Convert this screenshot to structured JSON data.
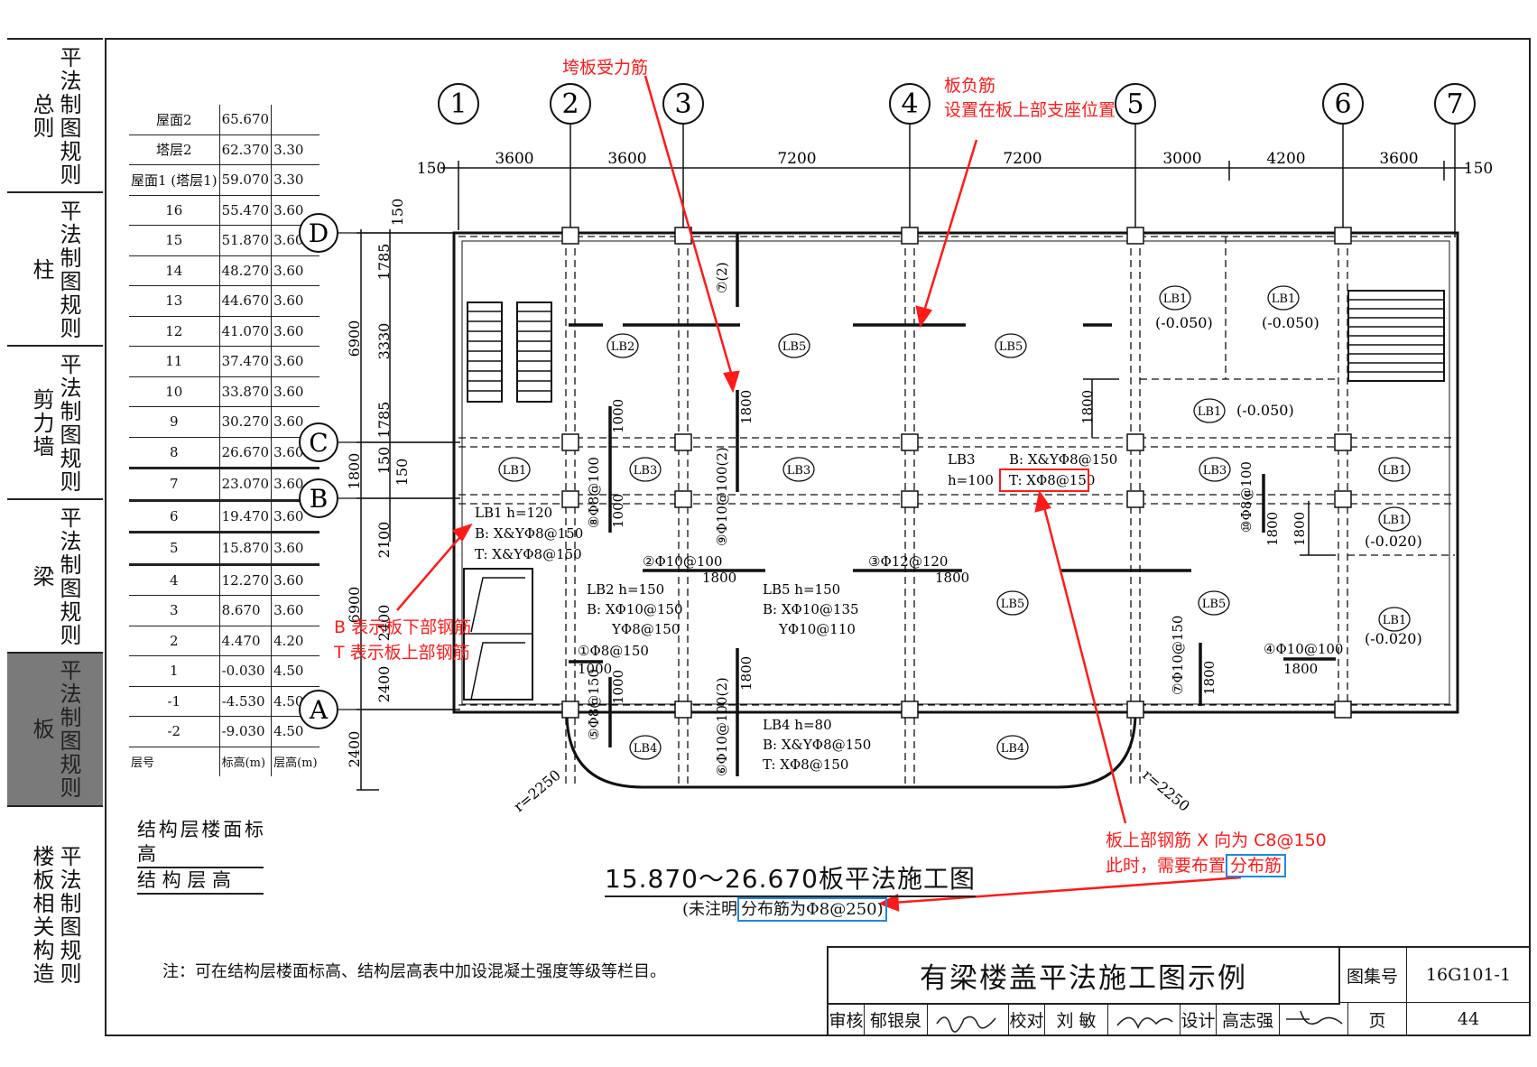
{
  "sidebar": {
    "tabs": [
      {
        "group": "总则",
        "rule": "平法制图规则",
        "active": false
      },
      {
        "group": "柱",
        "rule": "平法制图规则",
        "active": false
      },
      {
        "group": "剪力墙",
        "rule": "平法制图规则",
        "active": false
      },
      {
        "group": "梁",
        "rule": "平法制图规则",
        "active": false
      },
      {
        "group": "板",
        "rule": "平法制图规则",
        "active": true
      },
      {
        "group": "楼板相关构造",
        "rule": "平法制图规则",
        "active": false
      }
    ]
  },
  "elevation_table": {
    "rows": [
      [
        "屋面2",
        "65.670",
        ""
      ],
      [
        "塔层2",
        "62.370",
        "3.30"
      ],
      [
        "屋面1 (塔层1)",
        "59.070",
        "3.30"
      ],
      [
        "16",
        "55.470",
        "3.60"
      ],
      [
        "15",
        "51.870",
        "3.60"
      ],
      [
        "14",
        "48.270",
        "3.60"
      ],
      [
        "13",
        "44.670",
        "3.60"
      ],
      [
        "12",
        "41.070",
        "3.60"
      ],
      [
        "11",
        "37.470",
        "3.60"
      ],
      [
        "10",
        "33.870",
        "3.60"
      ],
      [
        "9",
        "30.270",
        "3.60"
      ],
      [
        "8",
        "26.670",
        "3.60"
      ],
      [
        "7",
        "23.070",
        "3.60"
      ],
      [
        "6",
        "19.470",
        "3.60"
      ],
      [
        "5",
        "15.870",
        "3.60"
      ],
      [
        "4",
        "12.270",
        "3.60"
      ],
      [
        "3",
        "8.670",
        "3.60"
      ],
      [
        "2",
        "4.470",
        "4.20"
      ],
      [
        "1",
        "-0.030",
        "4.50"
      ],
      [
        "-1",
        "-4.530",
        "4.50"
      ],
      [
        "-2",
        "-9.030",
        "4.50"
      ]
    ],
    "header": [
      "层号",
      "标高(m)",
      "层高(m)"
    ],
    "caption_line1": "结构层楼面标高",
    "caption_line2": "结 构 层 高"
  },
  "plan": {
    "column_axes": [
      "1",
      "2",
      "3",
      "4",
      "5",
      "6",
      "7"
    ],
    "row_axes": [
      "D",
      "C",
      "B",
      "A"
    ],
    "spans_x": [
      "150",
      "3600",
      "3600",
      "7200",
      "7200",
      "3000",
      "4200",
      "3600",
      "150"
    ],
    "spans_y_total": [
      "6900",
      "1800",
      "6900",
      "2400"
    ],
    "spans_y_detail": [
      "150",
      "1785",
      "3330",
      "1785",
      "150",
      "150",
      "2100",
      "2400",
      "2400"
    ],
    "radius_labels": [
      "r=2250",
      "r=2250"
    ],
    "slab_marks": [
      "LB1",
      "LB2",
      "LB3",
      "LB4",
      "LB5"
    ],
    "slab_elevations": [
      "(-0.050)",
      "(-0.020)"
    ],
    "slab_notes": {
      "lb1": [
        "LB1 h=120",
        "B: X&YΦ8@150",
        "T: X&YΦ8@150"
      ],
      "lb2": [
        "LB2 h=150",
        "B: XΦ10@150",
        "YΦ8@150"
      ],
      "lb3": [
        "LB3",
        "B: X&YΦ8@150",
        "h=100",
        "T: XΦ8@150"
      ],
      "lb5": [
        "LB5 h=150",
        "B: XΦ10@135",
        "YΦ10@110"
      ],
      "lb4": [
        "LB4 h=80",
        "B: X&YΦ8@150",
        "T: XΦ8@150"
      ]
    },
    "rebar_marks": [
      "①Φ8@150",
      "②Φ10@100",
      "③Φ12@120",
      "④Φ10@100",
      "⑤Φ8@150",
      "⑥Φ10@100(2)",
      "⑦Φ10@150",
      "⑧Φ8@100",
      "⑨Φ10@100(2)",
      "⑩Φ8@100",
      "⑦(2)"
    ],
    "rebar_lengths": [
      "1000",
      "1800"
    ]
  },
  "drawing_title": "15.870～26.670板平法施工图",
  "drawing_subtitle_prefix": "(未注明",
  "drawing_subtitle_boxed": "分布筋为Φ8@250)",
  "annotations": {
    "span_bar": "垮板受力筋",
    "neg_bar_1": "板负筋",
    "neg_bar_2": "设置在板上部支座位置",
    "bt_1": "B 表示板下部钢筋",
    "bt_2": "T 表示板上部钢筋",
    "top_x_1": "板上部钢筋 X 向为 C8@150",
    "top_x_2": "此时，需要布置",
    "top_x_boxed": "分布筋"
  },
  "footnote": "注：可在结构层楼面标高、结构层高表中加设混凝土强度等级等栏目。",
  "title_block": {
    "title": "有梁楼盖平法施工图示例",
    "atlas_label": "图集号",
    "atlas_no": "16G101-1",
    "review_label": "审核",
    "reviewer": "郁银泉",
    "check_label": "校对",
    "checker": "刘  敏",
    "design_label": "设计",
    "designer": "高志强",
    "page_label": "页",
    "page_no": "44"
  },
  "colors": {
    "annotation": "#ff1a1a",
    "highlight_box_red": "#ff1a1a",
    "highlight_box_blue": "#1e88e5",
    "active_tab": "#7a7a7a"
  }
}
